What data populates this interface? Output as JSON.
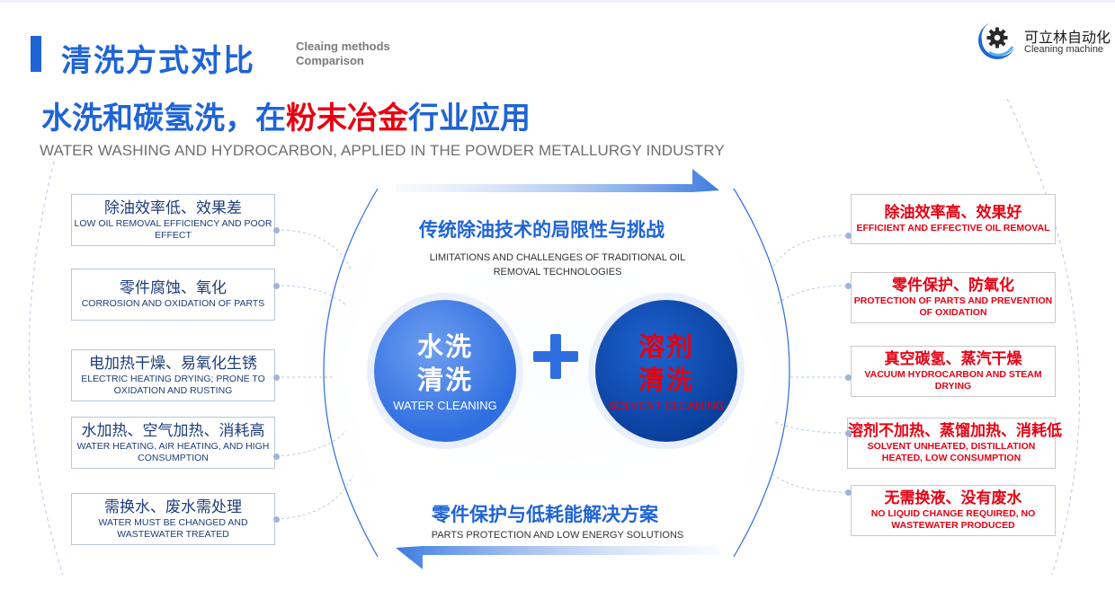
{
  "header": {
    "title_zh": "清洗方式对比",
    "title_en_line1": "Cleaing methods",
    "title_en_line2": "Comparison"
  },
  "logo": {
    "name_zh": "可立林自动化",
    "name_en": "Cleaning machine",
    "icon": "gear-swirl-logo"
  },
  "headline": {
    "part1": "水洗和碳氢洗，在",
    "highlight": "粉末冶金",
    "part2": "行业应用",
    "subtitle_en": "WATER WASHING AND HYDROCARBON, APPLIED IN THE POWDER METALLURGY INDUSTRY"
  },
  "center": {
    "top_zh": "传统除油技术的局限性与挑战",
    "top_en": "LIMITATIONS AND CHALLENGES OF TRADITIONAL OIL REMOVAL TECHNOLOGIES",
    "bottom_zh": "零件保护与低耗能解决方案",
    "bottom_en": "PARTS PROTECTION AND LOW ENERGY SOLUTIONS",
    "left_circle_zh1": "水洗",
    "left_circle_zh2": "清洗",
    "left_circle_en": "WATER CLEANING",
    "right_circle_zh1": "溶剂",
    "right_circle_zh2": "清洗",
    "right_circle_en": "SOLVENT CLEANING",
    "plus_icon": "plus-icon"
  },
  "left_items": [
    {
      "zh": "除油效率低、效果差",
      "en": "LOW OIL REMOVAL EFFICIENCY AND POOR EFFECT"
    },
    {
      "zh": "零件腐蚀、氧化",
      "en": "CORROSION AND OXIDATION OF PARTS"
    },
    {
      "zh": "电加热干燥、易氧化生锈",
      "en": "ELECTRIC HEATING DRYING; PRONE TO OXIDATION AND RUSTING"
    },
    {
      "zh": "水加热、空气加热、消耗高",
      "en": "WATER HEATING, AIR HEATING, AND HIGH CONSUMPTION"
    },
    {
      "zh": "需换水、废水需处理",
      "en": "WATER MUST BE CHANGED AND WASTEWATER TREATED"
    }
  ],
  "right_items": [
    {
      "zh": "除油效率高、效果好",
      "en": "EFFICIENT AND EFFECTIVE OIL REMOVAL"
    },
    {
      "zh": "零件保护、防氧化",
      "en": "PROTECTION OF PARTS AND PREVENTION OF OXIDATION"
    },
    {
      "zh": "真空碳氢、蒸汽干燥",
      "en": "VACUUM HYDROCARBON AND STEAM DRYING"
    },
    {
      "zh": "溶剂不加热、蒸馏加热、消耗低",
      "en": "SOLVENT UNHEATED, DISTILLATION HEATED, LOW CONSUMPTION"
    },
    {
      "zh": "无需换液、没有废水",
      "en": "NO LIQUID CHANGE REQUIRED, NO WASTEWATER PRODUCED"
    }
  ],
  "colors": {
    "brand_blue": "#1f64d6",
    "highlight_red": "#e60012"
  }
}
